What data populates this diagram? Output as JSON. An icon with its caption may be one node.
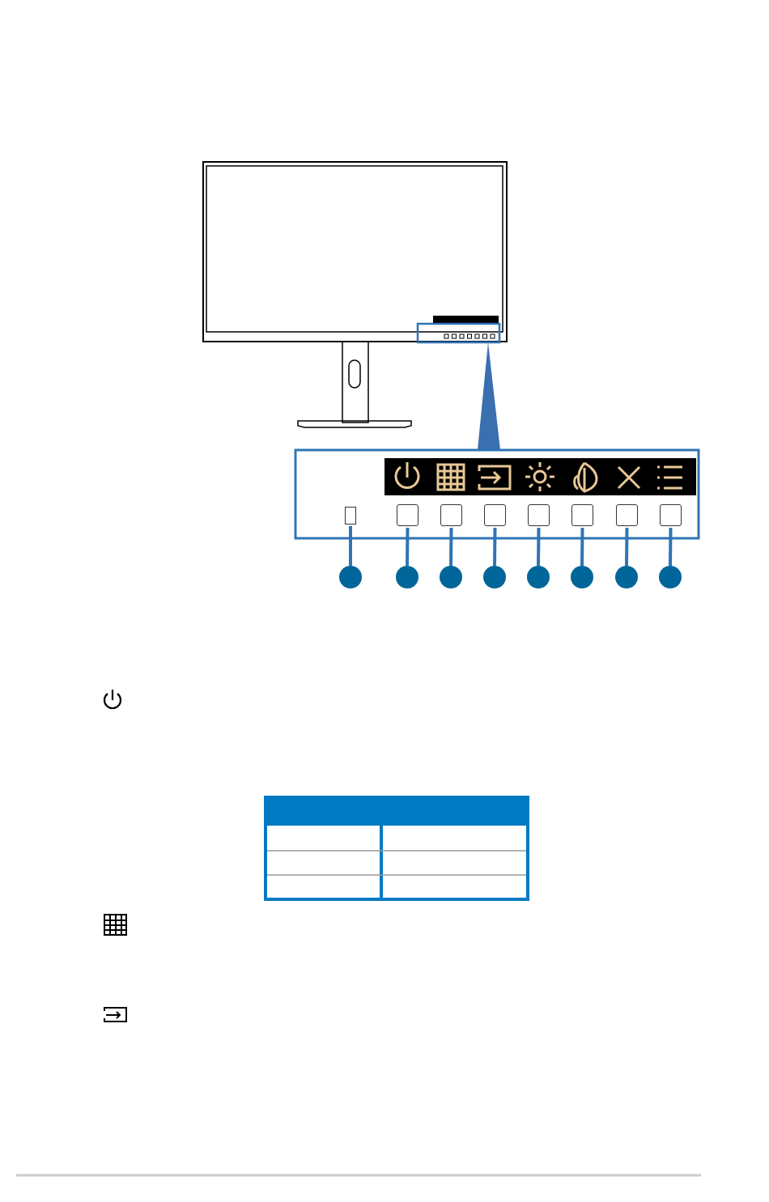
{
  "diagram": {
    "nodes": [
      {
        "text": [],
        "shape": "box"
      },
      {
        "text": [],
        "shape": "box"
      },
      {
        "text": [],
        "shape": "box"
      },
      {
        "text": [],
        "shape": "box"
      },
      {
        "text": [],
        "shape": "box"
      },
      {
        "text": [],
        "shape": "box"
      },
      {
        "text": [],
        "shape": "box"
      },
      {
        "text": [],
        "shape": "box"
      },
      {
        "text": [],
        "shape": "circle"
      },
      {
        "text": [],
        "shape": "circle"
      },
      {
        "text": [],
        "shape": "circle"
      },
      {
        "text": [],
        "shape": "circle"
      },
      {
        "text": [],
        "shape": "circle"
      },
      {
        "text": [],
        "shape": "circle"
      },
      {
        "text": [],
        "shape": "circle"
      },
      {
        "text": [],
        "shape": "circle"
      }
    ],
    "edges": [
      {
        "from": 0,
        "to": 8,
        "arrow": "none"
      },
      {
        "from": 1,
        "to": 9,
        "arrow": "none"
      },
      {
        "from": 2,
        "to": 10,
        "arrow": "none"
      },
      {
        "from": 3,
        "to": 11,
        "arrow": "none"
      },
      {
        "from": 4,
        "to": 12,
        "arrow": "none"
      },
      {
        "from": 5,
        "to": 13,
        "arrow": "none"
      },
      {
        "from": 6,
        "to": 14,
        "arrow": "none"
      },
      {
        "from": 7,
        "to": 15,
        "arrow": "none"
      }
    ]
  }
}
